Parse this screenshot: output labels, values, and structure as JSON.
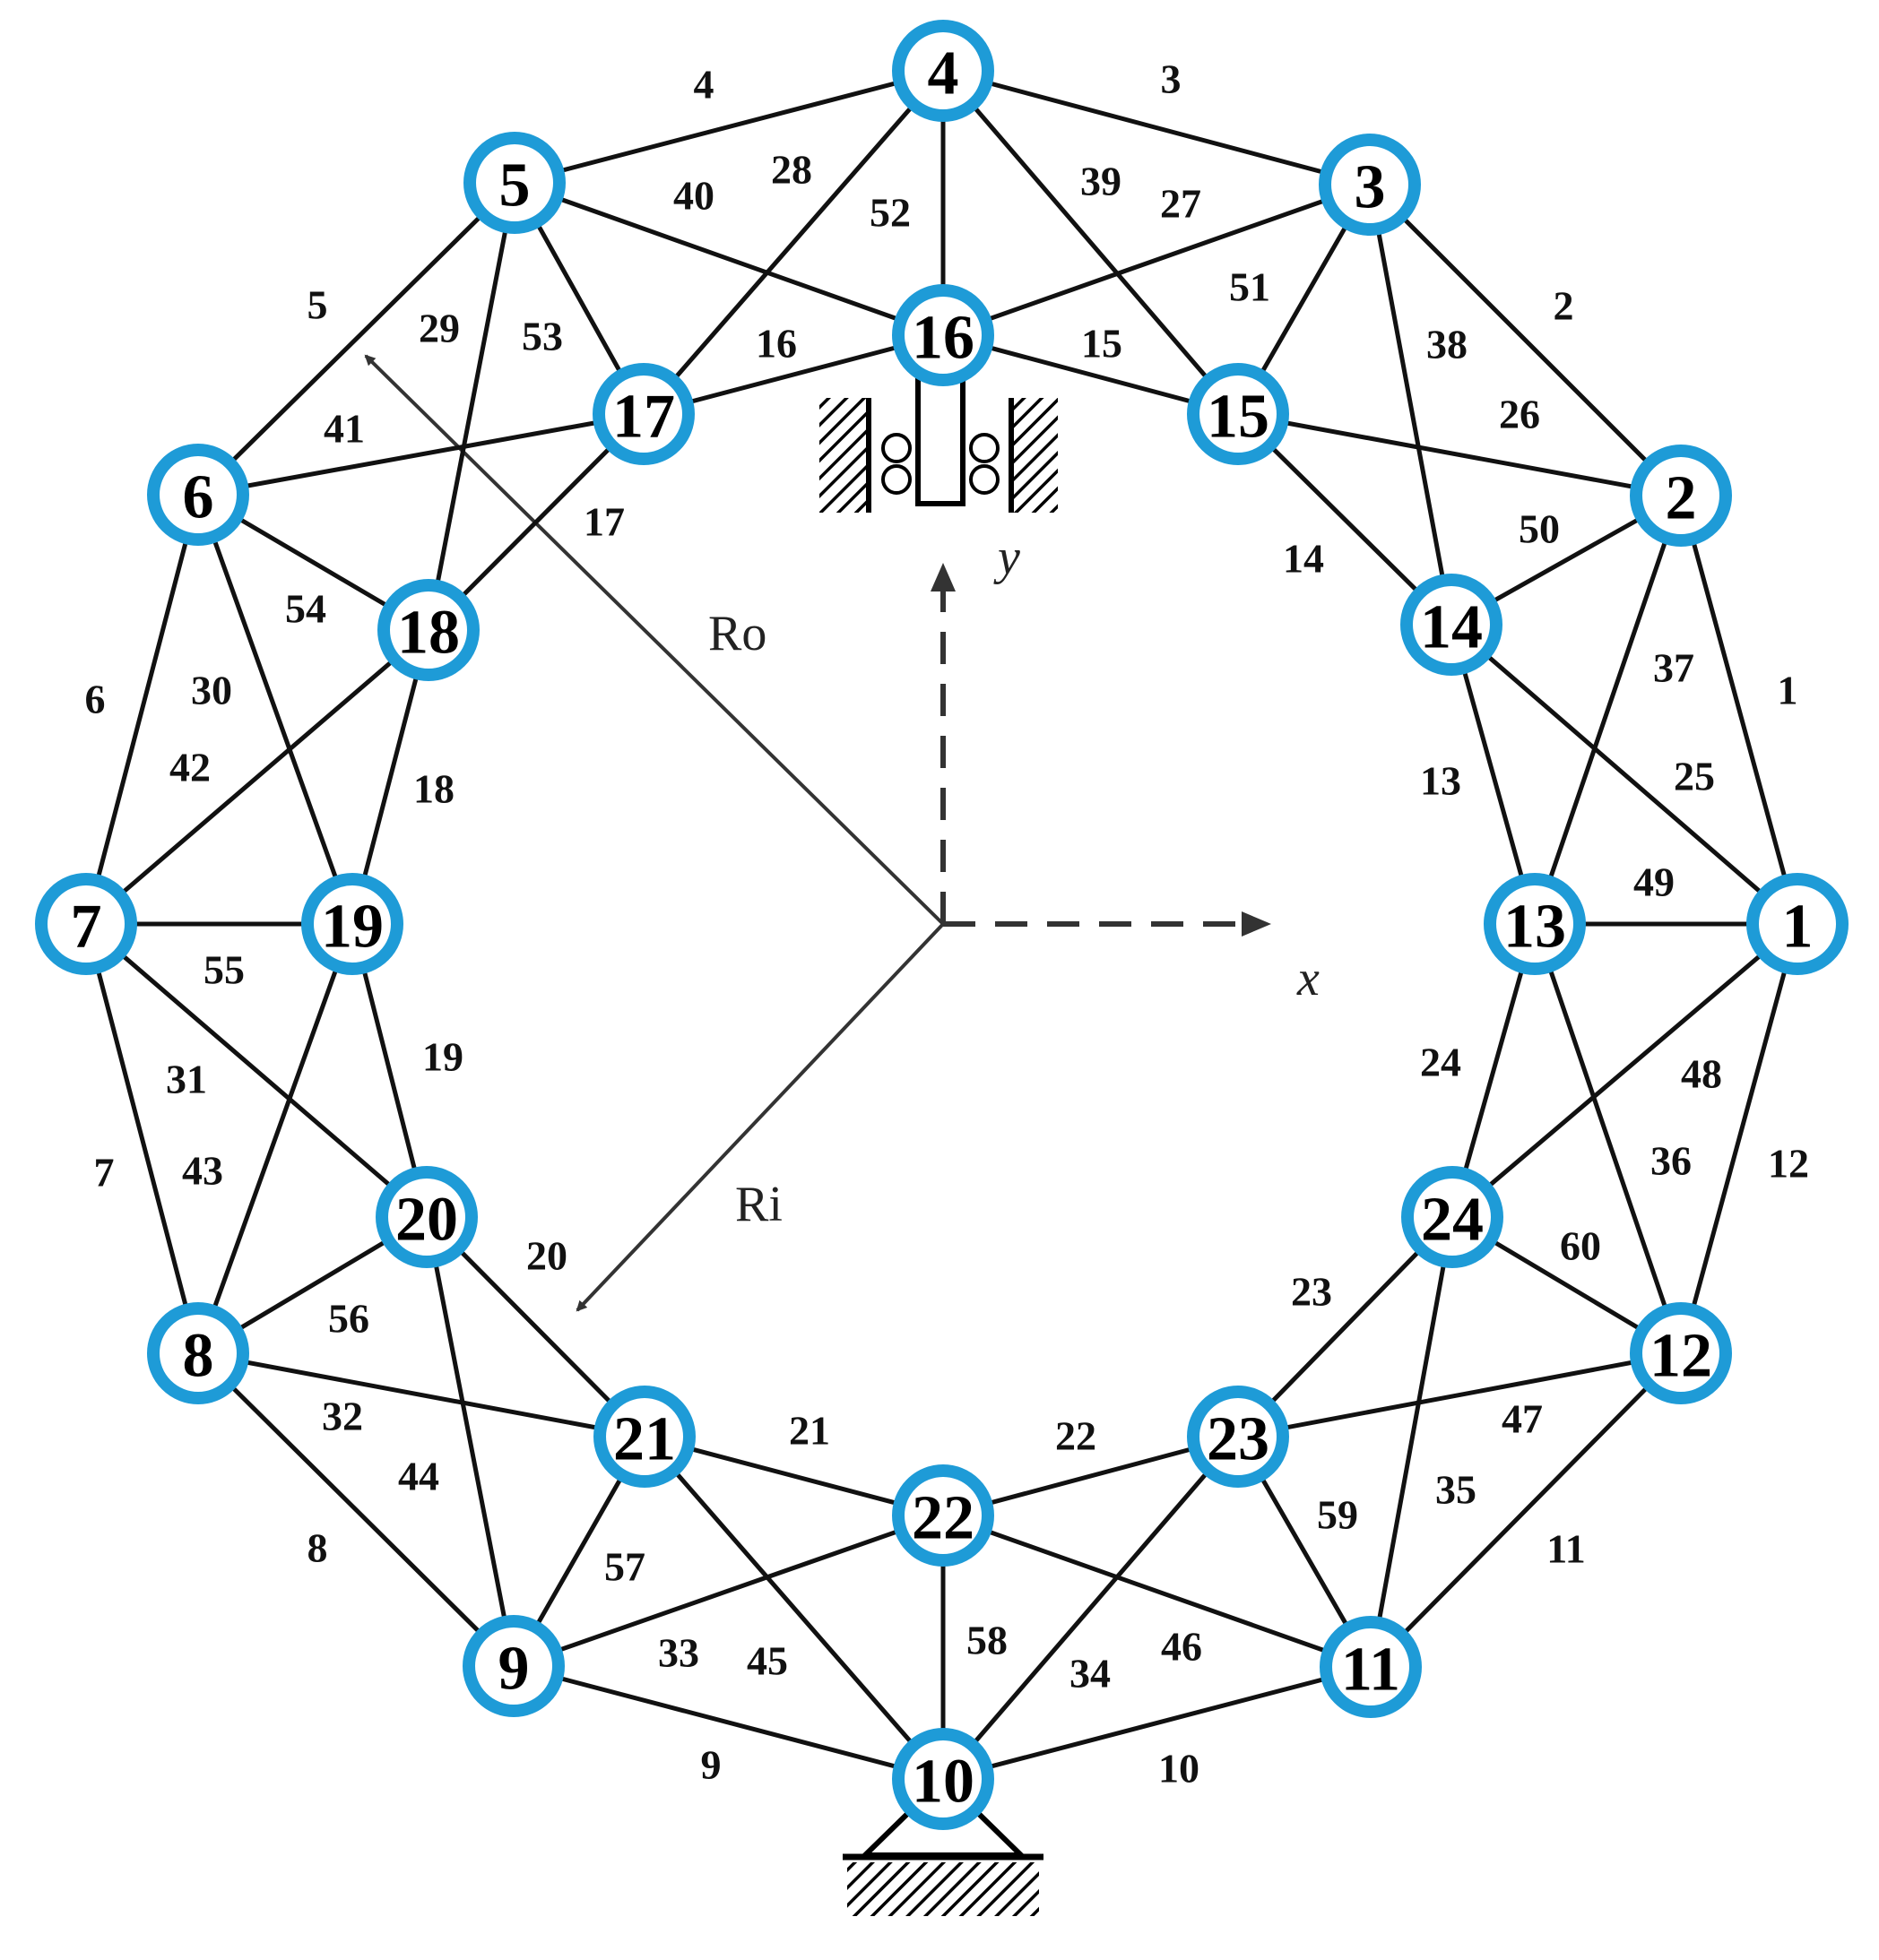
{
  "colors": {
    "node_stroke": "#1e9bd7",
    "member": "#111111",
    "annotation": "#333333"
  },
  "nodes": [
    {
      "id": "1"
    },
    {
      "id": "2"
    },
    {
      "id": "3"
    },
    {
      "id": "4"
    },
    {
      "id": "5"
    },
    {
      "id": "6"
    },
    {
      "id": "7"
    },
    {
      "id": "8"
    },
    {
      "id": "9"
    },
    {
      "id": "10"
    },
    {
      "id": "11"
    },
    {
      "id": "12"
    },
    {
      "id": "13"
    },
    {
      "id": "14"
    },
    {
      "id": "15"
    },
    {
      "id": "16"
    },
    {
      "id": "17"
    },
    {
      "id": "18"
    },
    {
      "id": "19"
    },
    {
      "id": "20"
    },
    {
      "id": "21"
    },
    {
      "id": "22"
    },
    {
      "id": "23"
    },
    {
      "id": "24"
    }
  ],
  "members": [
    {
      "id": "1",
      "from": "1",
      "to": "2"
    },
    {
      "id": "2",
      "from": "2",
      "to": "3"
    },
    {
      "id": "3",
      "from": "3",
      "to": "4"
    },
    {
      "id": "4",
      "from": "4",
      "to": "5"
    },
    {
      "id": "5",
      "from": "5",
      "to": "6"
    },
    {
      "id": "6",
      "from": "6",
      "to": "7"
    },
    {
      "id": "7",
      "from": "7",
      "to": "8"
    },
    {
      "id": "8",
      "from": "8",
      "to": "9"
    },
    {
      "id": "9",
      "from": "9",
      "to": "10"
    },
    {
      "id": "10",
      "from": "10",
      "to": "11"
    },
    {
      "id": "11",
      "from": "11",
      "to": "12"
    },
    {
      "id": "12",
      "from": "12",
      "to": "1"
    },
    {
      "id": "13",
      "from": "13",
      "to": "14"
    },
    {
      "id": "14",
      "from": "14",
      "to": "15"
    },
    {
      "id": "15",
      "from": "15",
      "to": "16"
    },
    {
      "id": "16",
      "from": "16",
      "to": "17"
    },
    {
      "id": "17",
      "from": "17",
      "to": "18"
    },
    {
      "id": "18",
      "from": "18",
      "to": "19"
    },
    {
      "id": "19",
      "from": "19",
      "to": "20"
    },
    {
      "id": "20",
      "from": "20",
      "to": "21"
    },
    {
      "id": "21",
      "from": "21",
      "to": "22"
    },
    {
      "id": "22",
      "from": "22",
      "to": "23"
    },
    {
      "id": "23",
      "from": "23",
      "to": "24"
    },
    {
      "id": "24",
      "from": "24",
      "to": "13"
    },
    {
      "id": "25",
      "from": "1",
      "to": "14"
    },
    {
      "id": "26",
      "from": "2",
      "to": "15"
    },
    {
      "id": "27",
      "from": "3",
      "to": "16"
    },
    {
      "id": "28",
      "from": "4",
      "to": "17"
    },
    {
      "id": "29",
      "from": "5",
      "to": "18"
    },
    {
      "id": "30",
      "from": "6",
      "to": "19"
    },
    {
      "id": "31",
      "from": "7",
      "to": "20"
    },
    {
      "id": "32",
      "from": "8",
      "to": "21"
    },
    {
      "id": "33",
      "from": "9",
      "to": "22"
    },
    {
      "id": "34",
      "from": "10",
      "to": "23"
    },
    {
      "id": "35",
      "from": "11",
      "to": "24"
    },
    {
      "id": "36",
      "from": "12",
      "to": "13"
    },
    {
      "id": "37",
      "from": "2",
      "to": "13"
    },
    {
      "id": "38",
      "from": "3",
      "to": "14"
    },
    {
      "id": "39",
      "from": "4",
      "to": "15"
    },
    {
      "id": "40",
      "from": "5",
      "to": "16"
    },
    {
      "id": "41",
      "from": "6",
      "to": "17"
    },
    {
      "id": "42",
      "from": "7",
      "to": "18"
    },
    {
      "id": "43",
      "from": "8",
      "to": "19"
    },
    {
      "id": "44",
      "from": "9",
      "to": "20"
    },
    {
      "id": "45",
      "from": "10",
      "to": "21"
    },
    {
      "id": "46",
      "from": "11",
      "to": "22"
    },
    {
      "id": "47",
      "from": "12",
      "to": "23"
    },
    {
      "id": "48",
      "from": "1",
      "to": "24"
    },
    {
      "id": "49",
      "from": "1",
      "to": "13"
    },
    {
      "id": "50",
      "from": "2",
      "to": "14"
    },
    {
      "id": "51",
      "from": "3",
      "to": "15"
    },
    {
      "id": "52",
      "from": "4",
      "to": "16"
    },
    {
      "id": "53",
      "from": "5",
      "to": "17"
    },
    {
      "id": "54",
      "from": "6",
      "to": "18"
    },
    {
      "id": "55",
      "from": "7",
      "to": "19"
    },
    {
      "id": "56",
      "from": "8",
      "to": "20"
    },
    {
      "id": "57",
      "from": "9",
      "to": "21"
    },
    {
      "id": "58",
      "from": "10",
      "to": "22"
    },
    {
      "id": "59",
      "from": "11",
      "to": "23"
    },
    {
      "id": "60",
      "from": "12",
      "to": "24"
    }
  ],
  "labels": {
    "outer_radius": "Ro",
    "inner_radius": "Ri",
    "x_axis": "x",
    "y_axis": "y"
  },
  "supports": {
    "top": "roller-guide",
    "bottom": "pin"
  }
}
